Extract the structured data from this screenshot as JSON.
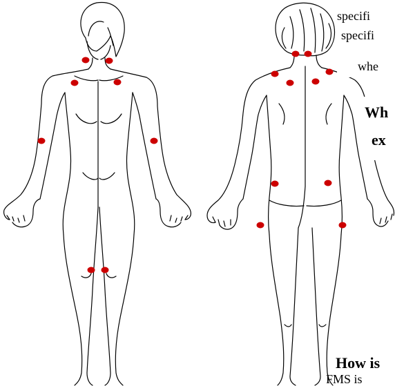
{
  "figure": {
    "outline_color": "#000000",
    "tender_point_color": "#cc0000",
    "figures": [
      "front-view",
      "back-view"
    ],
    "tender_points_shown": 18
  },
  "text": {
    "line1": "specifi",
    "line2": "specifi",
    "line3": "whe",
    "heading1_line1": "Wh",
    "heading1_line2": "ex",
    "heading2": "How is",
    "line4": "FMS is"
  }
}
